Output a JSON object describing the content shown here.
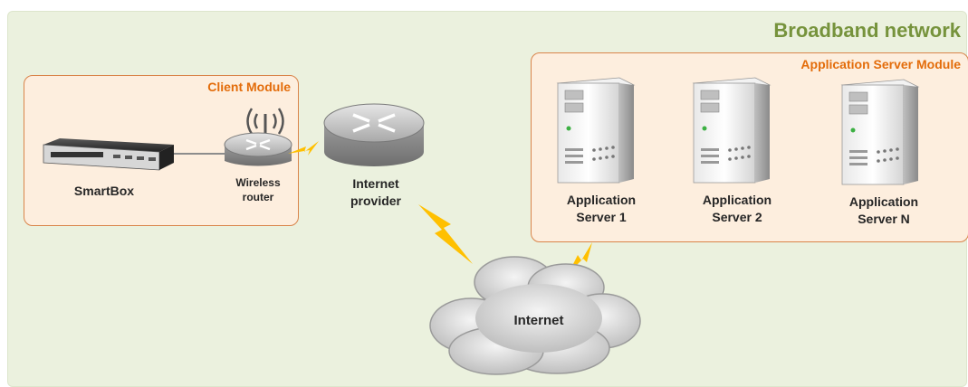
{
  "diagram": {
    "title": "Broadband network",
    "modules": {
      "client": {
        "title": "Client Module"
      },
      "server": {
        "title": "Application Server Module"
      }
    },
    "nodes": {
      "smartbox": {
        "label": "SmartBox"
      },
      "wireless_router": {
        "line1": "Wireless",
        "line2": "router"
      },
      "internet_provider": {
        "line1": "Internet",
        "line2": "provider"
      },
      "server1": {
        "line1": "Application",
        "line2": "Server 1"
      },
      "server2": {
        "line1": "Application",
        "line2": "Server 2"
      },
      "serverN": {
        "line1": "Application",
        "line2": "Server N"
      },
      "internet": {
        "label": "Internet"
      }
    }
  },
  "colors": {
    "background": "#ebf1de",
    "title": "#76933c",
    "module_border": "#d9844a",
    "module_fill": "#fdeede",
    "module_title": "#e36c0a",
    "lightning": "#ffc000"
  }
}
